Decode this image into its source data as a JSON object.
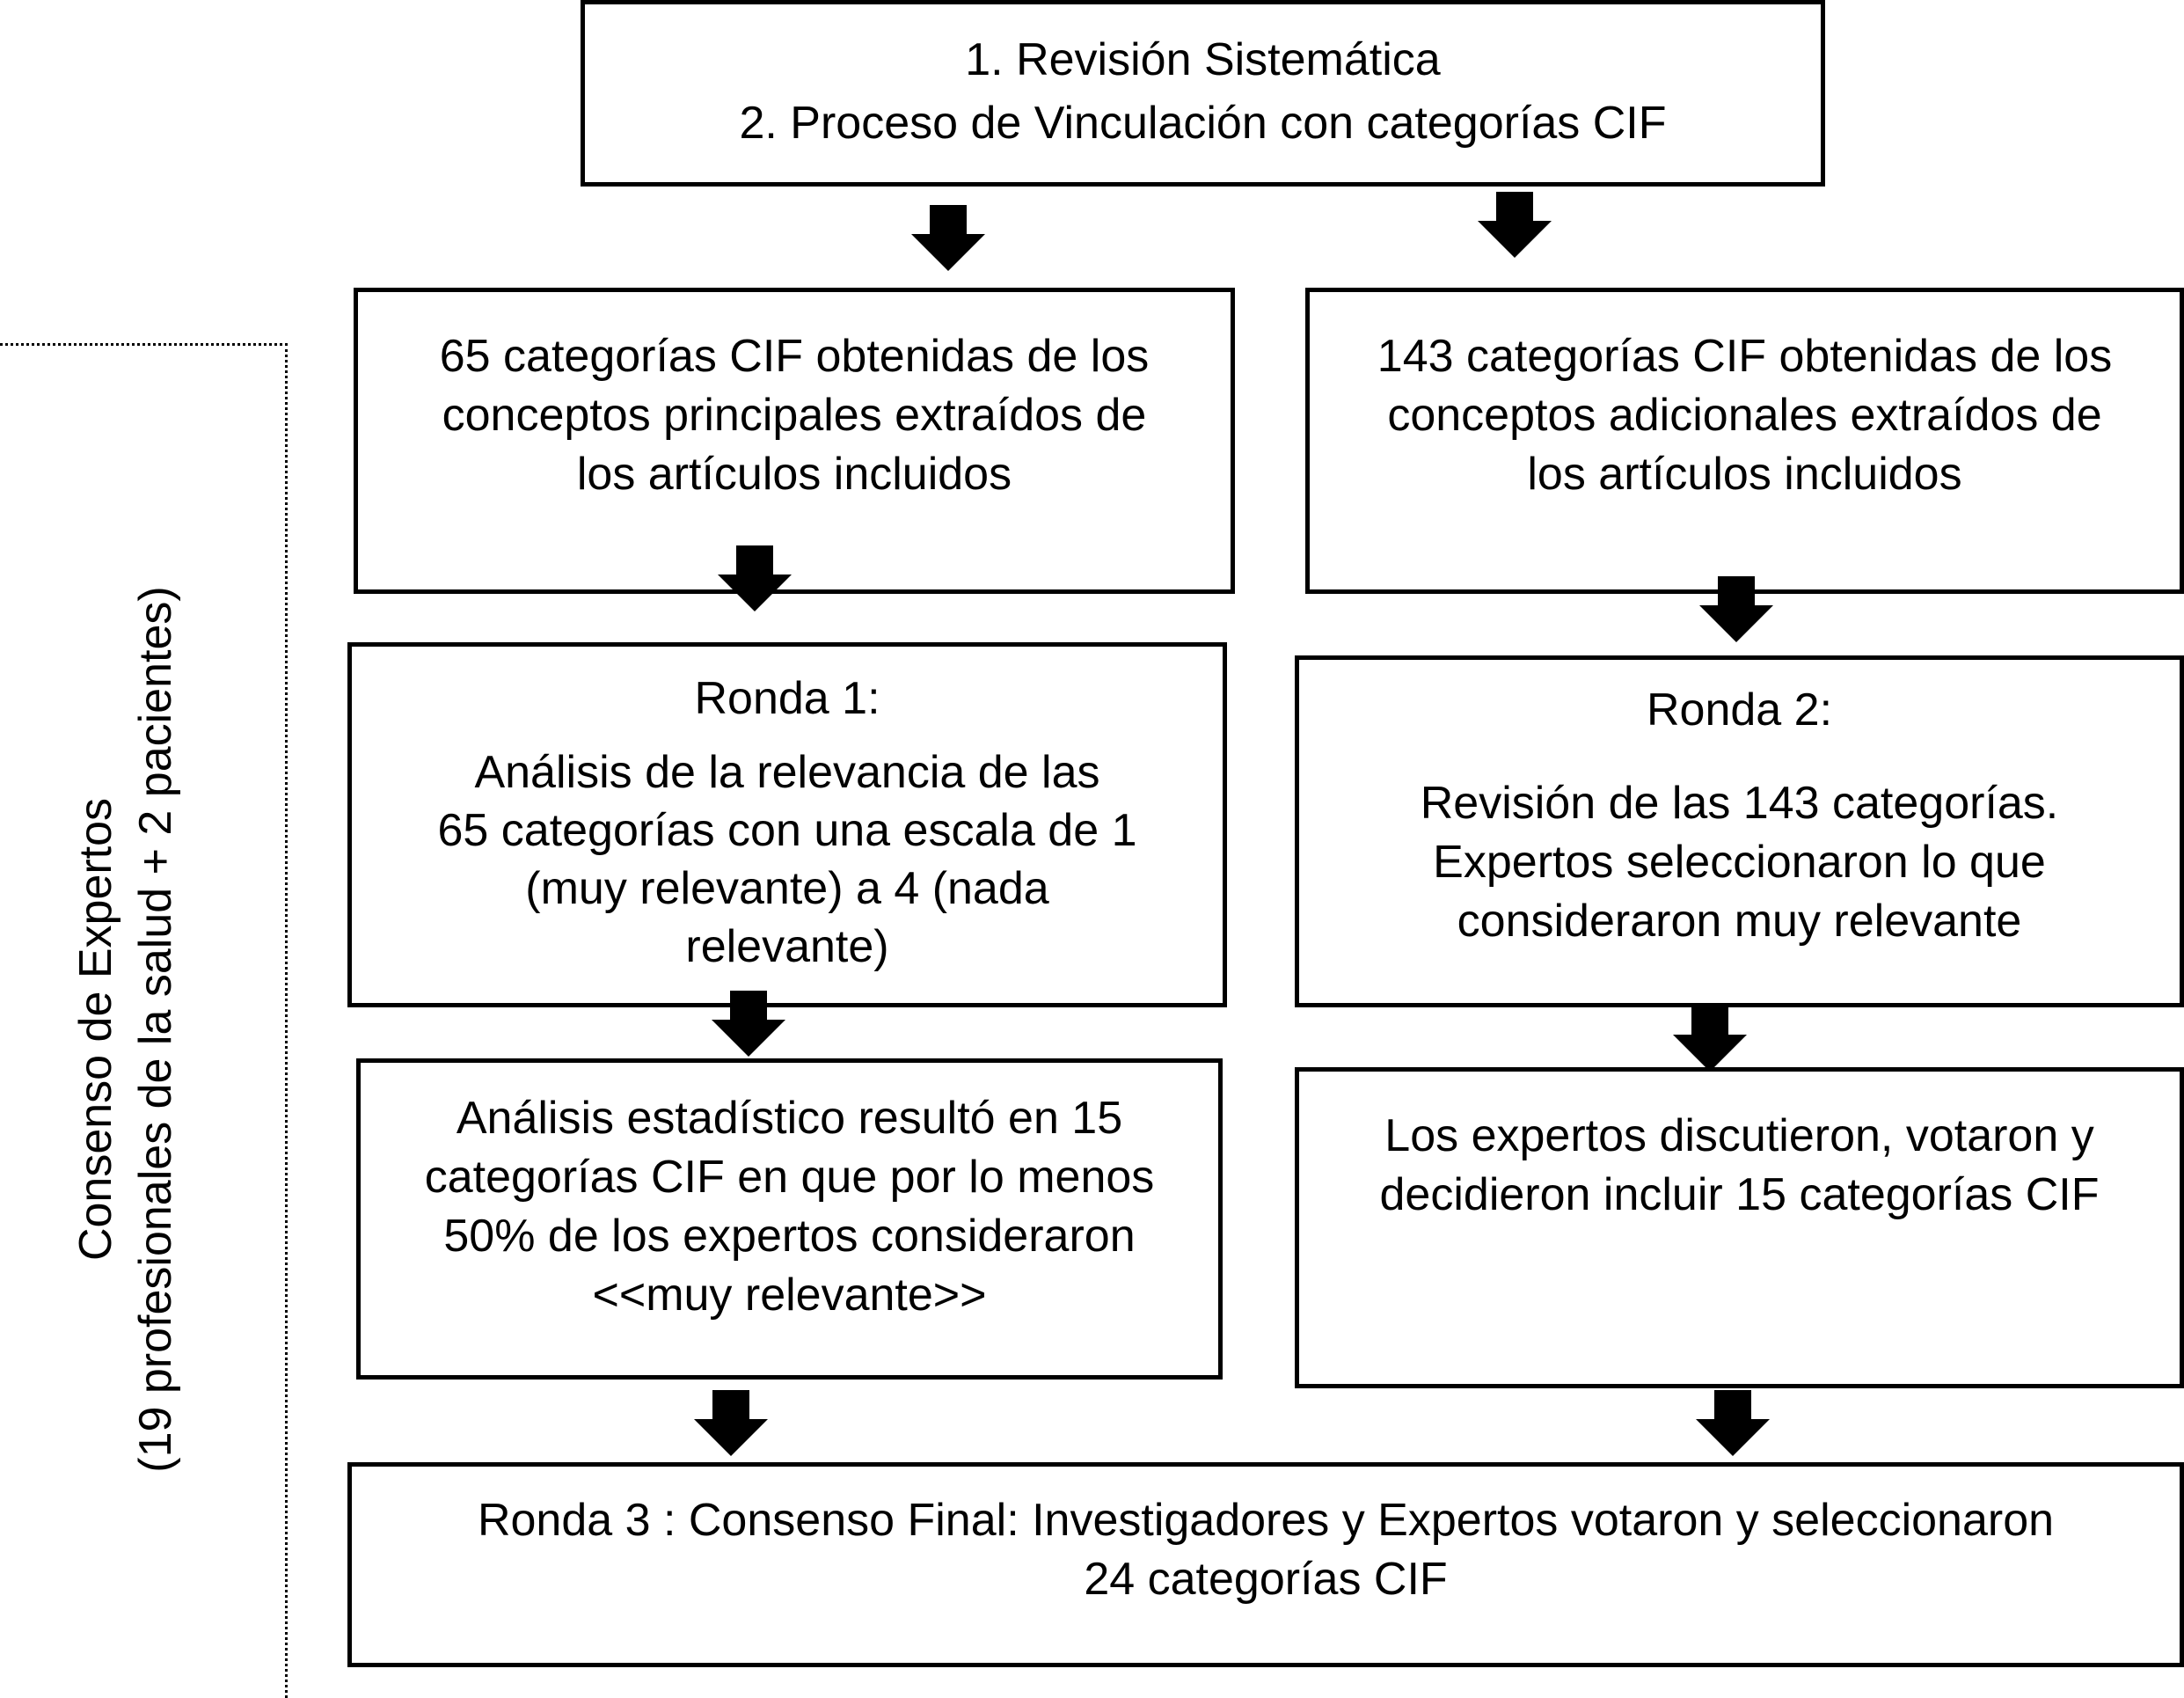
{
  "diagram": {
    "top_box": {
      "lines": [
        "1. Revisión Sistemática",
        "2. Proceso de Vinculación con categorías CIF"
      ]
    },
    "left_column": {
      "categories_box": {
        "lines": [
          "65 categorías CIF obtenidas de los",
          "conceptos principales extraídos de",
          "los artículos incluidos"
        ]
      },
      "round1_box": {
        "title": "Ronda 1:",
        "lines": [
          "Análisis de la relevancia de las",
          "65 categorías con una escala de 1",
          "(muy relevante) a 4 (nada",
          "relevante)"
        ]
      },
      "analysis_box": {
        "lines": [
          "Análisis estadístico resultó en 15",
          "categorías CIF en que por lo menos",
          "50% de los expertos consideraron",
          "<<muy relevante>>"
        ]
      }
    },
    "right_column": {
      "categories_box": {
        "lines": [
          "143 categorías CIF obtenidas de los",
          "conceptos adicionales extraídos de",
          "los artículos incluidos"
        ]
      },
      "round2_box": {
        "title": "Ronda 2:",
        "lines": [
          "Revisión de las 143 categorías.",
          "Expertos seleccionaron lo que",
          "consideraron muy relevante"
        ]
      },
      "discussion_box": {
        "lines": [
          "Los expertos discutieron, votaron y",
          "decidieron incluir 15 categorías CIF"
        ]
      }
    },
    "final_box": {
      "lines": [
        "Ronda 3 : Consenso Final: Investigadores y Expertos votaron y seleccionaron",
        "24 categorías CIF"
      ]
    },
    "side_panel": {
      "lines": [
        "Consenso de Expertos",
        "(19 profesionales de la salud + 2 pacientes)"
      ]
    }
  }
}
